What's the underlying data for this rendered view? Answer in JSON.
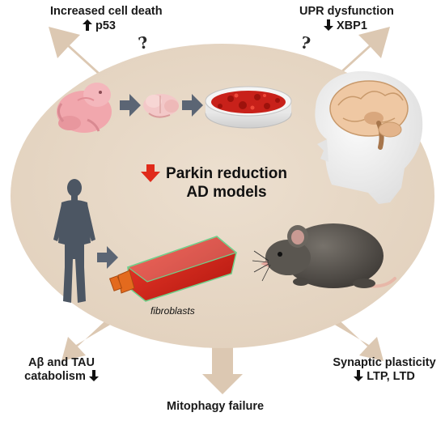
{
  "labels": {
    "top_left_title": "Increased cell death",
    "top_left_sub": "p53",
    "top_right_title": "UPR dysfunction",
    "top_right_sub": "XBP1",
    "center_line1": "Parkin reduction",
    "center_line2": "AD models",
    "fibroblasts": "fibroblasts",
    "bottom_left_line1": "Aβ and TAU",
    "bottom_left_line2": "catabolism",
    "bottom_center": "Mitophagy failure",
    "bottom_right_line1": "Synaptic plasticity",
    "bottom_right_line2": "LTP, LTD",
    "question_mark": "?"
  },
  "colors": {
    "ellipse": "#e6d7c4",
    "outward_arrow": "#dcc8b2",
    "red_arrow": "#e02a1a",
    "grey_arrow": "#5b6574",
    "black_arrow": "#111111",
    "silhouette": "#4c5663",
    "mouse_body": "#57534e",
    "petri_red": "#c8211a",
    "flask_red": "#d7261d",
    "flask_cap": "#e36a1e",
    "embryo_pink": "#f1a7ad",
    "brain_tan": "#efc8a3"
  },
  "icons": [
    "up-arrow-icon",
    "down-arrow-icon",
    "question-icon",
    "embryo-icon",
    "mouse-brain-icon",
    "petri-dish-icon",
    "human-head-brain-icon",
    "human-silhouette-icon",
    "culture-flask-icon",
    "mouse-icon"
  ]
}
